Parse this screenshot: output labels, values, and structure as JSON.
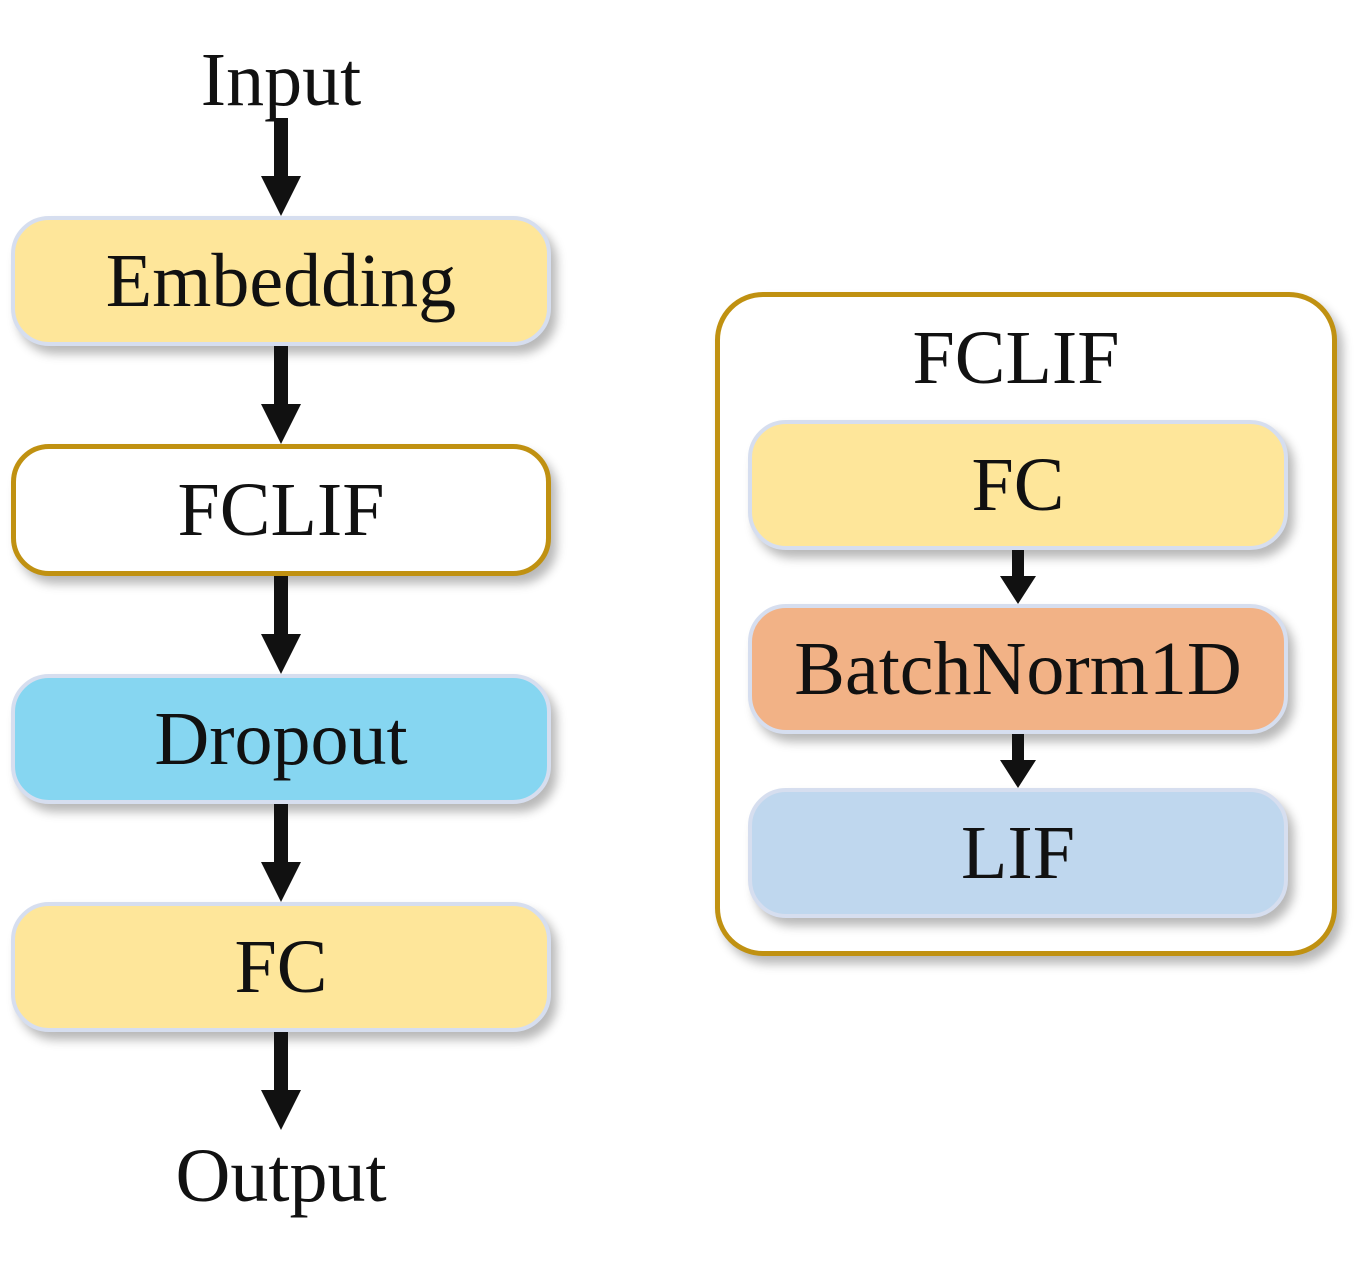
{
  "main_flow": {
    "input_label": "Input",
    "embedding_label": "Embedding",
    "fclif_label": "FCLIF",
    "dropout_label": "Dropout",
    "fc_label": "FC",
    "output_label": "Output"
  },
  "fclif_detail": {
    "title": "FCLIF",
    "fc_label": "FC",
    "batchnorm_label": "BatchNorm1D",
    "lif_label": "LIF"
  },
  "colors": {
    "yellow_block": "#fee69a",
    "blue_block": "#86d6f1",
    "orange_block": "#f2b286",
    "light_blue_block": "#bfd7ee",
    "gold_border": "#c09111",
    "arrow": "#111111"
  },
  "icons": {
    "flow_arrow": "arrow-down-icon"
  }
}
